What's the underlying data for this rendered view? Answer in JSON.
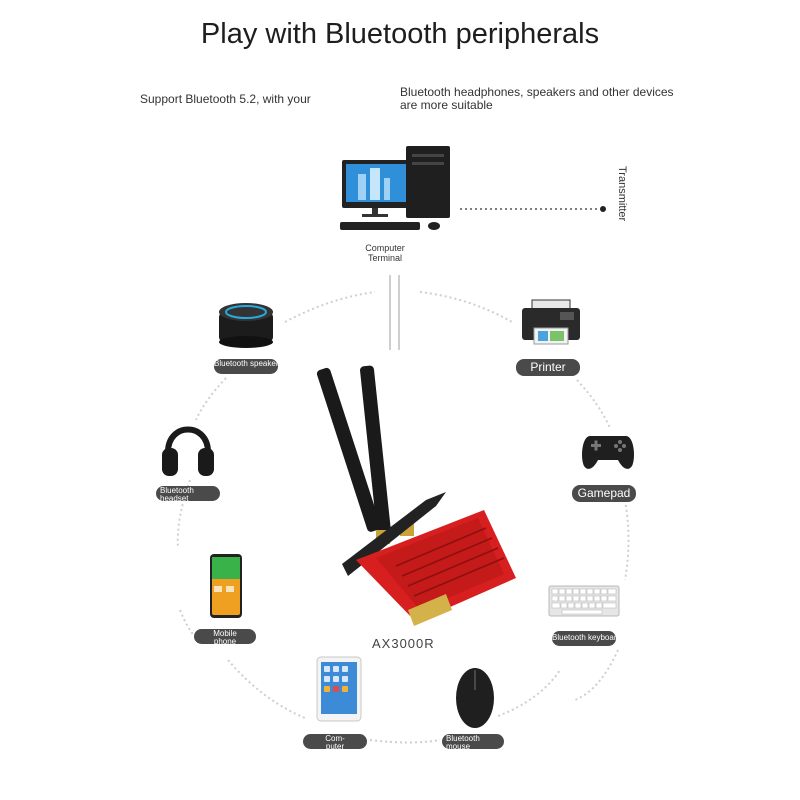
{
  "title": "Play with Bluetooth peripherals",
  "intro_left": "Support Bluetooth 5.2, with your",
  "intro_right": "Bluetooth headphones, speakers and other devices are more suitable",
  "computer_terminal": "Computer\nTerminal",
  "transmitter": "Transmitter",
  "model": "AX3000R",
  "devices": {
    "speaker": "Bluetooth speaker",
    "printer": "Printer",
    "headset": "Bluetooth\nheadset",
    "gamepad": "Gamepad",
    "phone": "Mobile\nphone",
    "keyboard": "Bluetooth keyboard",
    "tablet": "Com-\nputer",
    "mouse": "Bluetooth\nmouse"
  },
  "colors": {
    "card_red": "#d81f1f",
    "pill": "#4a4a4a",
    "antenna": "#1a1a1a"
  }
}
